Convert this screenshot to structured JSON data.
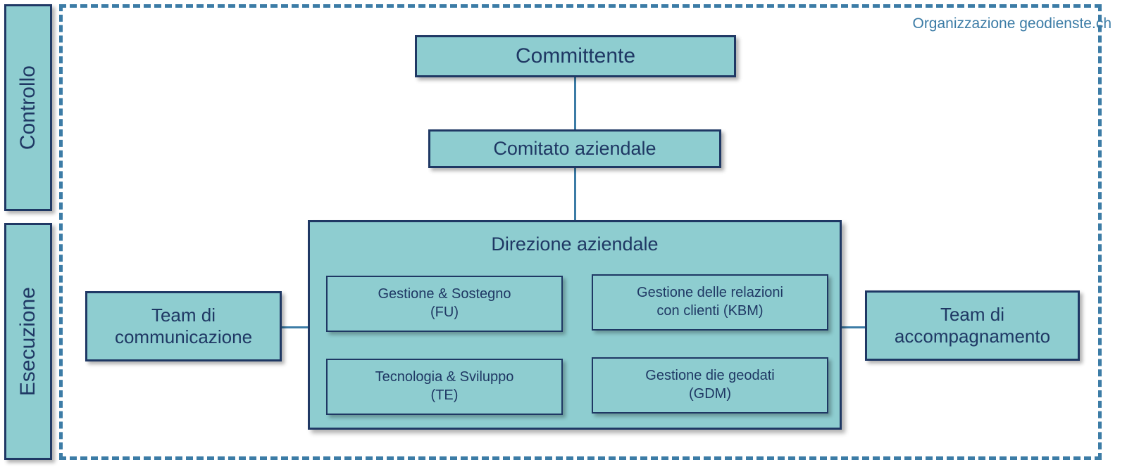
{
  "caption": "Organizzazione geodienste.ch",
  "colors": {
    "box_fill": "#8ECDD0",
    "box_border": "#1F3864",
    "frame_dashed": "#3C7CA6",
    "connector": "#3C7CA6",
    "text": "#1F3864",
    "caption_text": "#3C7CA6",
    "background": "#FFFFFF"
  },
  "sidebar": {
    "bands": [
      {
        "label": "Controllo"
      },
      {
        "label": "Esecuzione"
      }
    ]
  },
  "hierarchy": {
    "committente": "Committente",
    "comitato": "Comitato aziendale",
    "direzione": {
      "title": "Direzione aziendale",
      "units": [
        {
          "name": "Gestione & Sostegno",
          "code": "(FU)"
        },
        {
          "name": "Gestione delle relazioni",
          "code": "con clienti (KBM)"
        },
        {
          "name": "Tecnologia & Sviluppo",
          "code": "(TE)"
        },
        {
          "name": "Gestione die geodati",
          "code": "(GDM)"
        }
      ]
    }
  },
  "side_teams": {
    "left": {
      "line1": "Team di",
      "line2": "communicazione"
    },
    "right": {
      "line1": "Team di",
      "line2": "accompagnamento"
    }
  }
}
